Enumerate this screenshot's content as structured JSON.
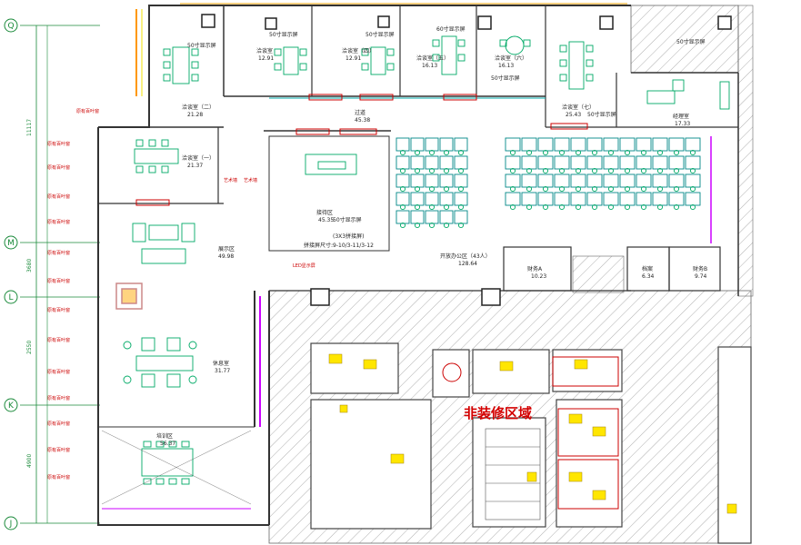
{
  "title": "",
  "axes": {
    "left": [
      "Q",
      "M",
      "L",
      "K",
      "J"
    ],
    "dims": [
      "11117",
      "3680",
      "2550",
      "4900"
    ]
  },
  "rooms": {
    "meeting_2": {
      "name": "洽谈室（二）",
      "area": "21.28"
    },
    "meeting_3": {
      "name": "洽谈室",
      "area": "12.91"
    },
    "meeting_4": {
      "name": "洽谈室（四）",
      "area": "12.91"
    },
    "meeting_5": {
      "name": "洽谈室（五）",
      "area": "16.13"
    },
    "meeting_6": {
      "name": "洽谈室（六）",
      "area": "16.13"
    },
    "meeting_7": {
      "name": "洽谈室（七）",
      "area": "25.43"
    },
    "meeting_1": {
      "name": "洽谈室（一）",
      "area": "21.37"
    },
    "corridor": {
      "name": "过道",
      "area": "45.38"
    },
    "manager": {
      "name": "经理室",
      "area": "17.33"
    },
    "reception": {
      "name": "接待区",
      "area": "45.35"
    },
    "lounge": {
      "name": "展示区",
      "area": "49.98"
    },
    "tea": {
      "name": "休息室",
      "area": "31.77"
    },
    "training": {
      "name": "培训区",
      "area": "56.37"
    },
    "open_office": {
      "name": "开放办公区（43人）",
      "area": "128.64"
    },
    "finance_a": {
      "name": "财务A",
      "area": "10.23"
    },
    "archive": {
      "name": "档案",
      "area": "6.34"
    },
    "finance_b": {
      "name": "财务B",
      "area": "9.74"
    }
  },
  "labels": {
    "non_renovation": "非装修区域",
    "screen_50": "50寸显示屏",
    "screen_60": "60寸显示屏",
    "led_screen": "LED显示屏",
    "reception_note": "(3X3拼接屏)",
    "reception_code": "拼接屏尺寸:9-10/3-11/3-12",
    "blinds": "原有百叶窗",
    "art_wall": "艺术墙"
  }
}
